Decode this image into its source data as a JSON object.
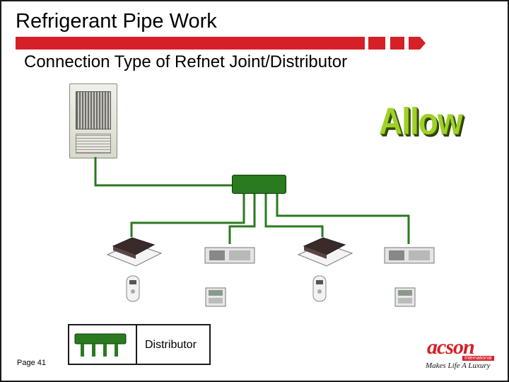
{
  "slide": {
    "title": "Refrigerant Pipe Work",
    "subtitle": "Connection Type of Refnet Joint/Distributor",
    "status_word": "Allow",
    "page_label": "Page 41"
  },
  "legend": {
    "label": "Distributor"
  },
  "brand": {
    "name": "acson",
    "sub": "International",
    "tagline": "Makes Life A Luxury"
  },
  "colors": {
    "pipe": "#2a7a1f",
    "accent": "#d61f26",
    "allow_text": "#9ed12a"
  },
  "icons": {
    "outdoor_unit": "outdoor-unit-icon",
    "distributor": "distributor-icon",
    "cassette_unit": "cassette-unit-icon",
    "ducted_unit": "ducted-unit-icon",
    "remote": "remote-control-icon",
    "wired_controller": "wired-controller-icon"
  }
}
